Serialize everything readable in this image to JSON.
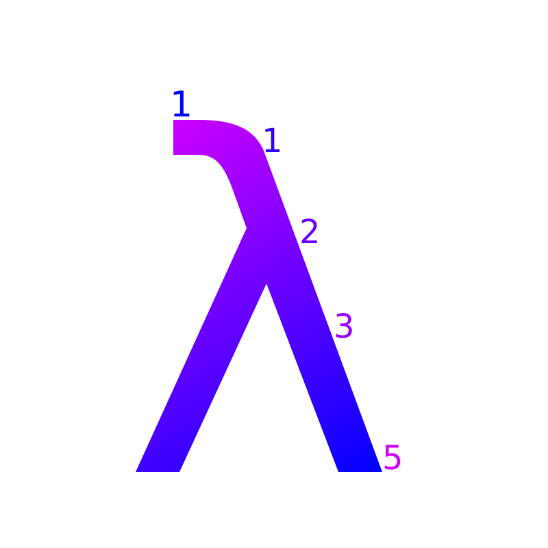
{
  "glyph": {
    "icon": "lambda-glyph-icon",
    "gradient": {
      "start_color": "#CC00FF",
      "end_color": "#0000FF"
    }
  },
  "labels": [
    {
      "text": "1",
      "color": "#0000FF"
    },
    {
      "text": "1",
      "color": "#3300FF"
    },
    {
      "text": "2",
      "color": "#6600FF"
    },
    {
      "text": "3",
      "color": "#9900FF"
    },
    {
      "text": "5",
      "color": "#CC00FF"
    }
  ]
}
